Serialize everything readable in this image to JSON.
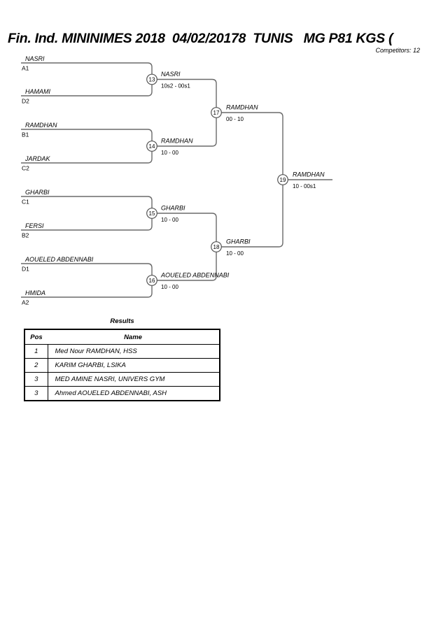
{
  "header": {
    "title": "Fin. Ind. MININIMES 2018  04/02/20178  TUNIS   MG P81 KGS (",
    "competitors": "Competitors: 12"
  },
  "bracket": {
    "round1": [
      {
        "match_no": "13",
        "top_name": "NASRI",
        "top_seed": "A1",
        "bottom_name": "HAMAMI",
        "bottom_seed": "D2",
        "winner": "NASRI",
        "score": "10s2 - 00s1"
      },
      {
        "match_no": "14",
        "top_name": "RAMDHAN",
        "top_seed": "B1",
        "bottom_name": "JARDAK",
        "bottom_seed": "C2",
        "winner": "RAMDHAN",
        "score": "10 - 00"
      },
      {
        "match_no": "15",
        "top_name": "GHARBI",
        "top_seed": "C1",
        "bottom_name": "FERSI",
        "bottom_seed": "B2",
        "winner": "GHARBI",
        "score": "10 - 00"
      },
      {
        "match_no": "16",
        "top_name": "AOUELED ABDENNABI",
        "top_seed": "D1",
        "bottom_name": "HMIDA",
        "bottom_seed": "A2",
        "winner": "AOUELED ABDENNABI",
        "score": "10 - 00"
      }
    ],
    "semifinals": [
      {
        "match_no": "17",
        "winner": "RAMDHAN",
        "score": "00 - 10"
      },
      {
        "match_no": "18",
        "winner": "GHARBI",
        "score": "10 - 00"
      }
    ],
    "final": {
      "match_no": "19",
      "winner": "RAMDHAN",
      "score": "10 - 00s1"
    }
  },
  "results": {
    "title": "Results",
    "columns": {
      "pos": "Pos",
      "name": "Name"
    },
    "rows": [
      {
        "pos": "1",
        "name": "Med Nour RAMDHAN, HSS"
      },
      {
        "pos": "2",
        "name": "KARIM GHARBI, LSIKA"
      },
      {
        "pos": "3",
        "name": "MED AMINE NASRI, UNIVERS GYM"
      },
      {
        "pos": "3",
        "name": "Ahmed AOUELED ABDENNABI, ASH"
      }
    ]
  }
}
